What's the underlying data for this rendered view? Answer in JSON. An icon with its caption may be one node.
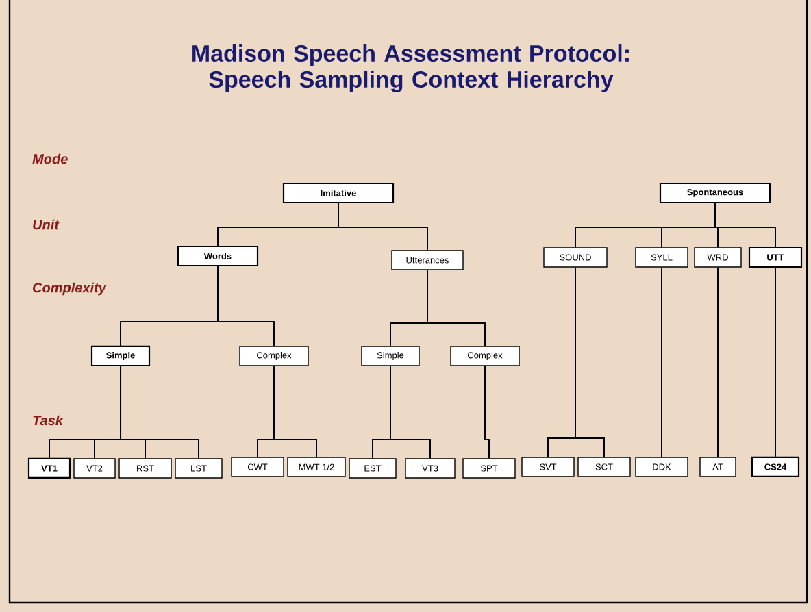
{
  "diagram": {
    "title": "Madison Speech Assessment Protocol: Speech Sampling Context Hierarchy",
    "nodes": [
      {
        "text": [
          "Imitative"
        ]
      },
      {
        "text": [
          "Spontaneous"
        ]
      },
      {
        "text": [
          "Words"
        ]
      },
      {
        "text": [
          "Utterances"
        ]
      },
      {
        "text": [
          "SOUND"
        ]
      },
      {
        "text": [
          "SYLL"
        ]
      },
      {
        "text": [
          "WRD"
        ]
      },
      {
        "text": [
          "UTT"
        ]
      },
      {
        "text": [
          "Simple"
        ]
      },
      {
        "text": [
          "Complex"
        ]
      },
      {
        "text": [
          "Simple"
        ]
      },
      {
        "text": [
          "Complex"
        ]
      },
      {
        "text": [
          "VT1"
        ]
      },
      {
        "text": [
          "VT2"
        ]
      },
      {
        "text": [
          "RST"
        ]
      },
      {
        "text": [
          "LST"
        ]
      },
      {
        "text": [
          "CWT"
        ]
      },
      {
        "text": [
          "MWT 1/2"
        ]
      },
      {
        "text": [
          "EST"
        ]
      },
      {
        "text": [
          "VT3"
        ]
      },
      {
        "text": [
          "SPT"
        ]
      },
      {
        "text": [
          "SVT"
        ]
      },
      {
        "text": [
          "SCT"
        ]
      },
      {
        "text": [
          "DDK"
        ]
      },
      {
        "text": [
          "AT"
        ]
      },
      {
        "text": [
          "CS24"
        ]
      }
    ],
    "edges": [
      {
        "from": 0,
        "to": 2,
        "arrow": "none"
      },
      {
        "from": 0,
        "to": 3,
        "arrow": "none"
      },
      {
        "from": 1,
        "to": 4,
        "arrow": "none"
      },
      {
        "from": 1,
        "to": 5,
        "arrow": "none"
      },
      {
        "from": 1,
        "to": 6,
        "arrow": "none"
      },
      {
        "from": 1,
        "to": 7,
        "arrow": "none"
      },
      {
        "from": 2,
        "to": 8,
        "arrow": "none"
      },
      {
        "from": 2,
        "to": 9,
        "arrow": "none"
      },
      {
        "from": 3,
        "to": 10,
        "arrow": "none"
      },
      {
        "from": 3,
        "to": 11,
        "arrow": "none"
      },
      {
        "from": 8,
        "to": 12,
        "arrow": "none"
      },
      {
        "from": 8,
        "to": 13,
        "arrow": "none"
      },
      {
        "from": 8,
        "to": 14,
        "arrow": "none"
      },
      {
        "from": 8,
        "to": 15,
        "arrow": "none"
      },
      {
        "from": 9,
        "to": 16,
        "arrow": "none"
      },
      {
        "from": 9,
        "to": 17,
        "arrow": "none"
      },
      {
        "from": 10,
        "to": 18,
        "arrow": "none"
      },
      {
        "from": 10,
        "to": 19,
        "arrow": "none"
      },
      {
        "from": 11,
        "to": 20,
        "arrow": "none"
      },
      {
        "from": 4,
        "to": 21,
        "arrow": "none"
      },
      {
        "from": 4,
        "to": 22,
        "arrow": "none"
      },
      {
        "from": 5,
        "to": 23,
        "arrow": "none"
      },
      {
        "from": 6,
        "to": 24,
        "arrow": "none"
      },
      {
        "from": 7,
        "to": 25,
        "arrow": "none"
      }
    ],
    "labels": [
      "Mode",
      "Unit",
      "Complexity",
      "Task"
    ]
  }
}
